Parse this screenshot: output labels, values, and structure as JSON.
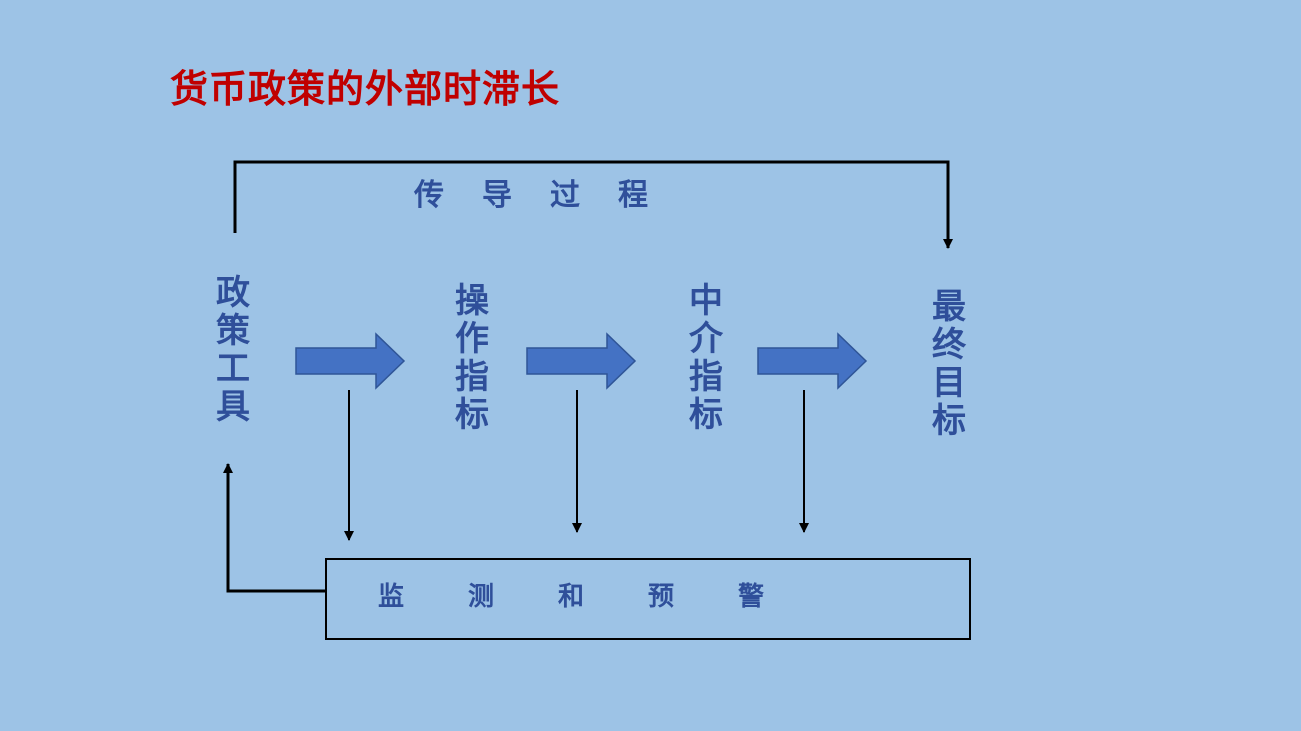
{
  "title": "货币政策的外部时滞长",
  "flow": {
    "transmission_label": "传导过程",
    "nodes": [
      "政策工具",
      "操作指标",
      "中介指标",
      "最终目标"
    ],
    "monitor_label": "监测和预警"
  },
  "colors": {
    "background": "#9dc3e6",
    "title": "#c00000",
    "text": "#2f4f9a",
    "block_arrow_fill": "#4472c4",
    "line": "#000000"
  }
}
